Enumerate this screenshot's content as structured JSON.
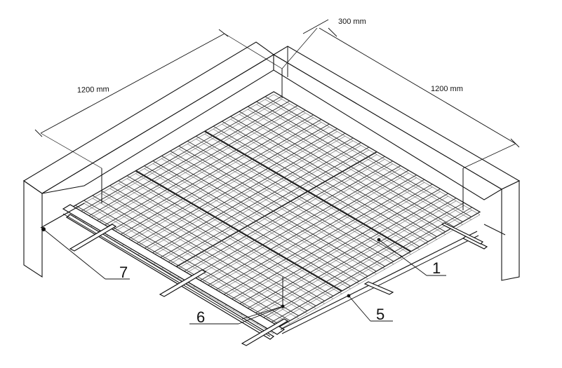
{
  "dimensions": {
    "left": "1200 mm",
    "top": "300 mm",
    "right": "1200 mm"
  },
  "callouts": {
    "c1": "1",
    "c5": "5",
    "c6": "6",
    "c7": "7"
  }
}
